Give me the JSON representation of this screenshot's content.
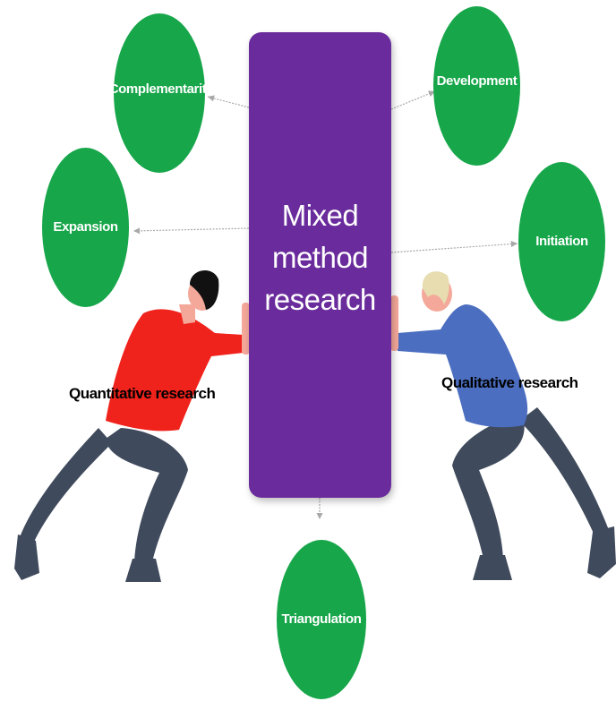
{
  "center": {
    "lines": [
      "Mixed",
      "method",
      "research"
    ],
    "color": "#6a2c9c"
  },
  "purposes": {
    "complementarity": "Complementarity",
    "development": "Development",
    "expansion": "Expansion",
    "initiation": "Initiation",
    "triangulation": "Triangulation"
  },
  "people": {
    "left_label": "Quantitative research",
    "right_label": "Qualitative research"
  },
  "colors": {
    "node": "#17a64a",
    "arrow": "#a8a8a8",
    "shirt_left": "#f0221c",
    "shirt_right": "#4b6ec0",
    "pants": "#3f4a5c",
    "hair_left": "#111111",
    "hair_right": "#e7ddb0",
    "skin": "#f4a89a"
  }
}
